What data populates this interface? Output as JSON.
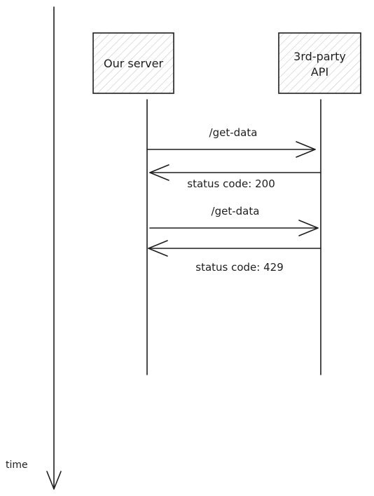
{
  "participants": [
    {
      "id": "our-server",
      "label_lines": [
        "Our server"
      ]
    },
    {
      "id": "third-party-api",
      "label_lines": [
        "3rd-party",
        "API"
      ]
    }
  ],
  "messages": [
    {
      "label": "/get-data",
      "from": "our-server",
      "to": "third-party-api"
    },
    {
      "label": "status code: 200",
      "from": "third-party-api",
      "to": "our-server"
    },
    {
      "label": "/get-data",
      "from": "our-server",
      "to": "third-party-api"
    },
    {
      "label": "status code: 429",
      "from": "third-party-api",
      "to": "our-server"
    }
  ],
  "time_axis": {
    "label": "time"
  },
  "colors": {
    "stroke": "#1e1e1e",
    "box_fill": "#f4f4f4",
    "hatch": "#c8c8c8",
    "background": "#ffffff"
  }
}
